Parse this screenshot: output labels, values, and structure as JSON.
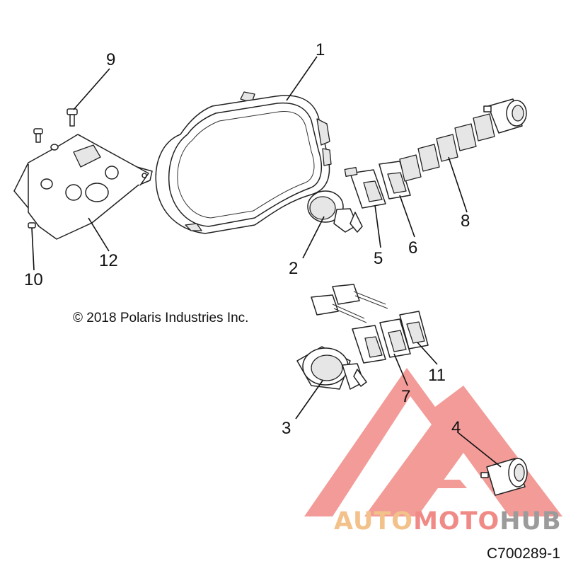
{
  "diagram": {
    "callouts": [
      "1",
      "2",
      "3",
      "4",
      "5",
      "6",
      "7",
      "8",
      "9",
      "10",
      "11",
      "12"
    ],
    "copyright": "© 2018 Polaris Industries Inc.",
    "figure_id": "C700289-1"
  },
  "watermark": {
    "brand_part1": "AUTO",
    "brand_part2": "MOTO",
    "brand_part3": "HUB",
    "colors": {
      "orange": "#f3c18a",
      "red": "#f08a86",
      "gray": "#9b9b9b",
      "triangle": "#f08a86"
    }
  }
}
